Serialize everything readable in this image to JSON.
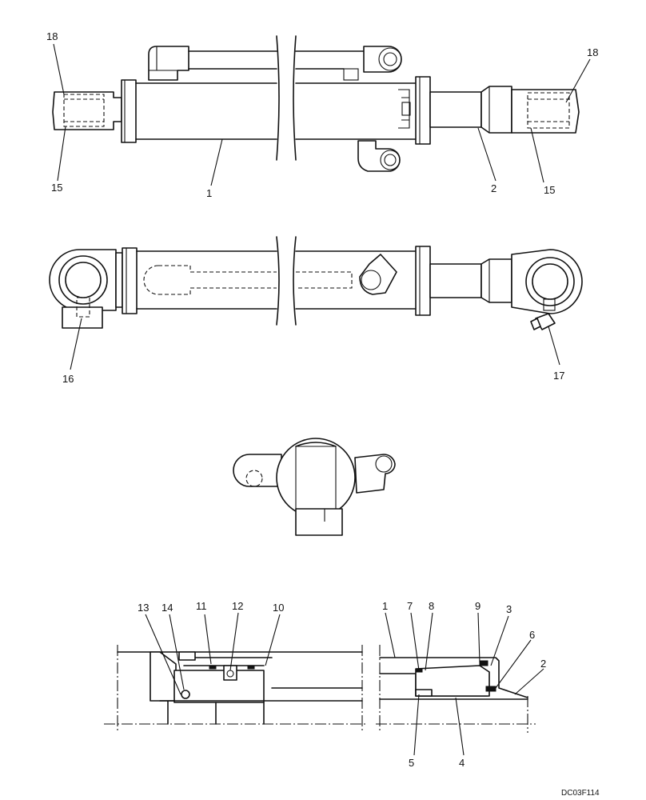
{
  "drawing_code": "DC03F114",
  "callouts": {
    "c1": "1",
    "c2": "2",
    "c3": "3",
    "c4": "4",
    "c5": "5",
    "c6": "6",
    "c7": "7",
    "c8": "8",
    "c9": "9",
    "c10": "10",
    "c11": "11",
    "c12": "12",
    "c13": "13",
    "c14": "14",
    "c15": "15",
    "c16": "16",
    "c17": "17",
    "c18": "18"
  }
}
